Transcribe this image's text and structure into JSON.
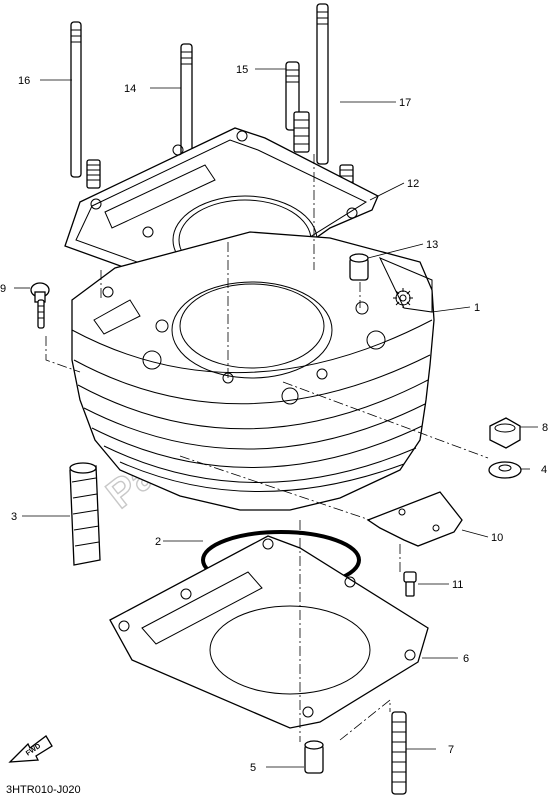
{
  "diagram": {
    "code": "3HTR010-J020",
    "fwd_label": "FWD",
    "watermark": "PartsRepublik",
    "callouts": [
      "1",
      "2",
      "3",
      "4",
      "5",
      "6",
      "7",
      "8",
      "9",
      "10",
      "11",
      "12",
      "13",
      "14",
      "15",
      "16",
      "17"
    ]
  }
}
